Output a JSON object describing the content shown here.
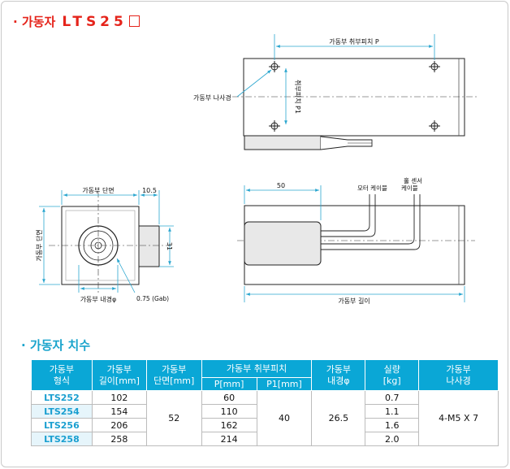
{
  "title": {
    "prefix": "· 가동자",
    "model": "LTS25"
  },
  "drawing": {
    "top_view": {
      "pitch_p": "가동부 취부피치 P",
      "pitch_p1": "취부피치 P1",
      "screw": "가동부 나사경"
    },
    "side_section": {
      "section": "가동부 단면",
      "dim_10_5": "10.5",
      "dim_31": "31",
      "inner": "가동부 내경φ",
      "gab": "0.75 (Gab)",
      "vertical": "가동부 단면"
    },
    "front_view": {
      "dim_50": "50",
      "motor_cable": "모터 케이블",
      "hall_sensor": "홀 센서",
      "cable": "케이블",
      "length": "가동부 길이"
    }
  },
  "table_section": {
    "title": "· 가동자 치수"
  },
  "table": {
    "headers": {
      "model": [
        "가동부",
        "형식"
      ],
      "length": [
        "가동부",
        "길이[mm]"
      ],
      "section": [
        "가동부",
        "단면[mm]"
      ],
      "pitch": "가동부 취부피치",
      "p": "P[mm]",
      "p1": "P1[mm]",
      "inner": [
        "가동부",
        "내경φ"
      ],
      "weight": [
        "실량",
        "[kg]"
      ],
      "screw": [
        "가동부",
        "나사경"
      ]
    },
    "rows": [
      {
        "model": "LTS252",
        "length": "102",
        "p": "60",
        "weight": "0.7"
      },
      {
        "model": "LTS254",
        "length": "154",
        "p": "110",
        "weight": "1.1"
      },
      {
        "model": "LTS256",
        "length": "206",
        "p": "162",
        "weight": "1.6"
      },
      {
        "model": "LTS258",
        "length": "258",
        "p": "214",
        "weight": "2.0"
      }
    ],
    "merged": {
      "section": "52",
      "p1": "40",
      "inner": "26.5",
      "screw": "4-M5 X 7"
    }
  }
}
